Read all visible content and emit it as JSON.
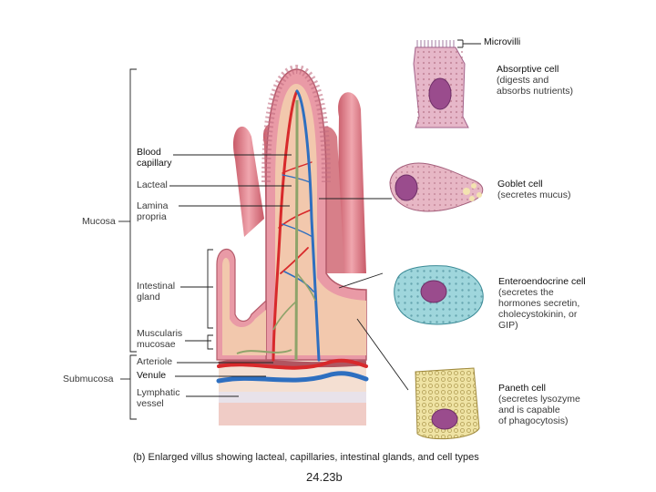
{
  "labels": {
    "microvilli": "Microvilli",
    "absorptive_title": "Absorptive cell",
    "absorptive_desc1": "(digests and",
    "absorptive_desc2": "absorbs nutrients)",
    "goblet_title": "Goblet cell",
    "goblet_desc": "(secretes mucus)",
    "entero_title": "Enteroendocrine cell",
    "entero_desc1": "(secretes the",
    "entero_desc2": "hormones secretin,",
    "entero_desc3": "cholecystokinin, or",
    "entero_desc4": "GIP)",
    "paneth_title": "Paneth cell",
    "paneth_desc1": "(secretes lysozyme",
    "paneth_desc2": "and is capable",
    "paneth_desc3": "of phagocytosis)",
    "blood1": "Blood",
    "blood2": "capillary",
    "lacteal": "Lacteal",
    "lamina1": "Lamina",
    "lamina2": "propria",
    "mucosa": "Mucosa",
    "intestinal1": "Intestinal",
    "intestinal2": "gland",
    "muscularis1": "Muscularis",
    "muscularis2": "mucosae",
    "arteriole": "Arteriole",
    "venule": "Venule",
    "lymphatic1": "Lymphatic",
    "lymphatic2": "vessel",
    "submucosa": "Submucosa"
  },
  "caption": "(b) Enlarged villus showing lacteal, capillaries, intestinal glands, and cell types",
  "figure_number": "24.23b",
  "colors": {
    "villus_pink": "#e8a0a8",
    "villus_core": "#f1c7a9",
    "artery_red": "#d8292b",
    "vein_blue": "#2e6fc0",
    "lacteal_green": "#8ea36a",
    "absorptive_cell": "#e6b7c9",
    "goblet_cell": "#e7b7c5",
    "entero_cell": "#9fd6dc",
    "paneth_cell": "#efe3a4",
    "nucleus": "#9a4c8d"
  }
}
